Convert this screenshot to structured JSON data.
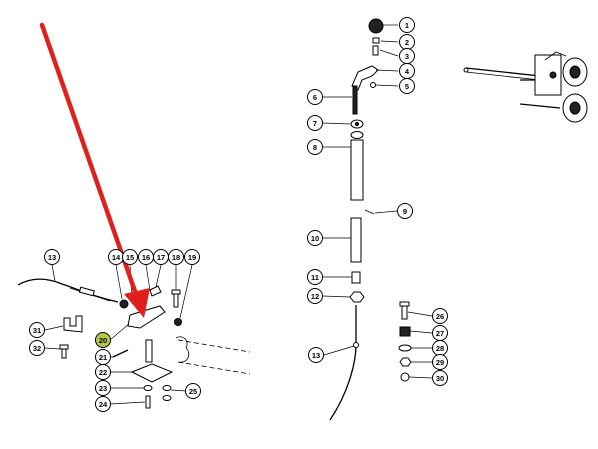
{
  "callouts": [
    {
      "id": "c1",
      "label": "1"
    },
    {
      "id": "c2",
      "label": "2"
    },
    {
      "id": "c3",
      "label": "3"
    },
    {
      "id": "c4",
      "label": "4"
    },
    {
      "id": "c5",
      "label": "5"
    },
    {
      "id": "c6",
      "label": "6"
    },
    {
      "id": "c7",
      "label": "7"
    },
    {
      "id": "c8",
      "label": "8"
    },
    {
      "id": "c9",
      "label": "9"
    },
    {
      "id": "c10",
      "label": "10"
    },
    {
      "id": "c11",
      "label": "11"
    },
    {
      "id": "c12",
      "label": "12"
    },
    {
      "id": "c13r",
      "label": "13"
    },
    {
      "id": "c13l",
      "label": "13"
    },
    {
      "id": "c14",
      "label": "14"
    },
    {
      "id": "c15",
      "label": "15"
    },
    {
      "id": "c16",
      "label": "16"
    },
    {
      "id": "c17",
      "label": "17"
    },
    {
      "id": "c18",
      "label": "18"
    },
    {
      "id": "c19",
      "label": "19"
    },
    {
      "id": "c20",
      "label": "20"
    },
    {
      "id": "c21",
      "label": "21"
    },
    {
      "id": "c22",
      "label": "22"
    },
    {
      "id": "c23",
      "label": "23"
    },
    {
      "id": "c24",
      "label": "24"
    },
    {
      "id": "c25",
      "label": "25"
    },
    {
      "id": "c26",
      "label": "26"
    },
    {
      "id": "c27",
      "label": "27"
    },
    {
      "id": "c28",
      "label": "28"
    },
    {
      "id": "c29",
      "label": "29"
    },
    {
      "id": "c30",
      "label": "30"
    },
    {
      "id": "c31",
      "label": "31"
    },
    {
      "id": "c32",
      "label": "32"
    }
  ],
  "colors": {
    "arrow": "#e0201c",
    "highlight": "#b6c94a",
    "ink": "#000000",
    "background": "#ffffff"
  },
  "highlighted_callout": "20"
}
